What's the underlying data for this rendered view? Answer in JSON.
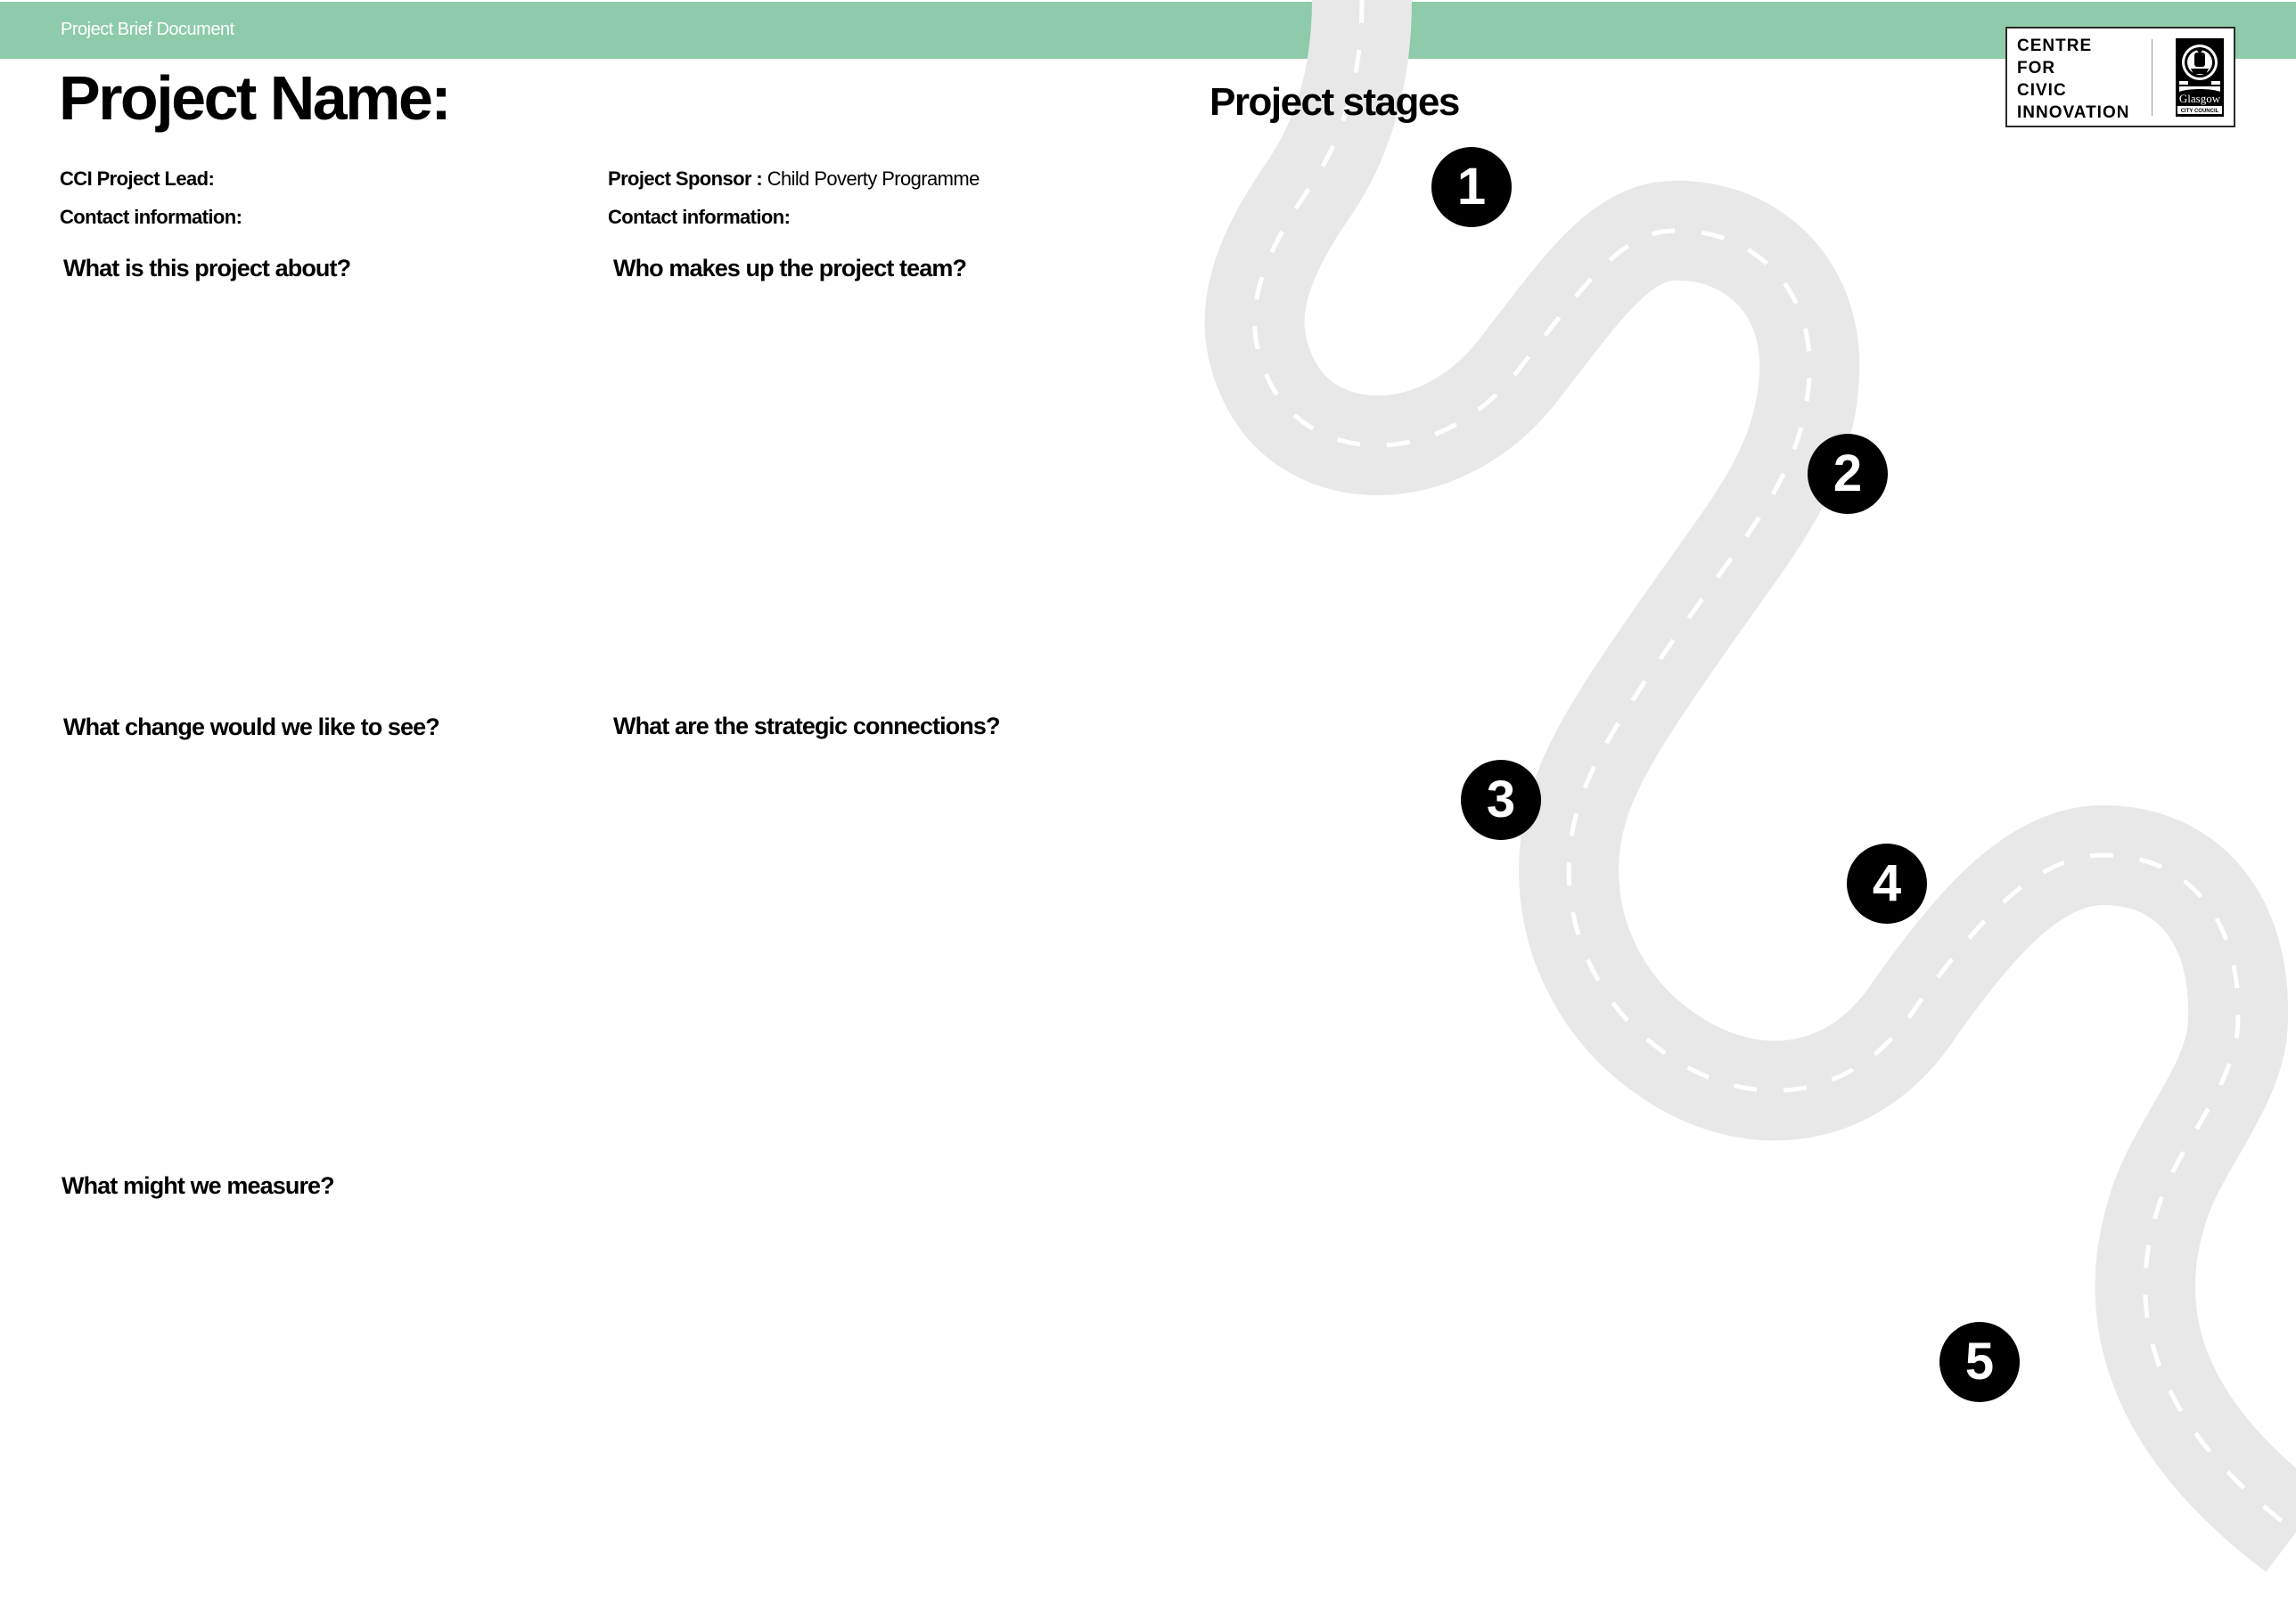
{
  "header": {
    "label": "Project Brief Document"
  },
  "title": "Project Name:",
  "stages_title": "Project stages",
  "fields": {
    "lead_label": "CCI Project Lead:",
    "lead_contact_label": "Contact information:",
    "sponsor_label": "Project Sponsor :",
    "sponsor_value": "Child Poverty Programme",
    "sponsor_contact_label": "Contact information:"
  },
  "questions": {
    "about": "What is this project about?",
    "team": "Who makes up the project team?",
    "change": "What change would we like to see?",
    "strategic": "What are the strategic connections?",
    "measure": "What might we measure?"
  },
  "stages": [
    "1",
    "2",
    "3",
    "4",
    "5"
  ],
  "logo": {
    "lines": [
      "CENTRE",
      "FOR",
      "CIVIC",
      "INNOVATION"
    ],
    "council_name": "Glasgow",
    "council_sub": "CITY COUNCIL"
  },
  "colors": {
    "header_bar": "#8dcbaa",
    "road": "#e8e8e8",
    "road_dash": "#ffffff",
    "marker": "#000000"
  },
  "icons": {
    "logo_crest": "coat-of-arms-icon"
  }
}
